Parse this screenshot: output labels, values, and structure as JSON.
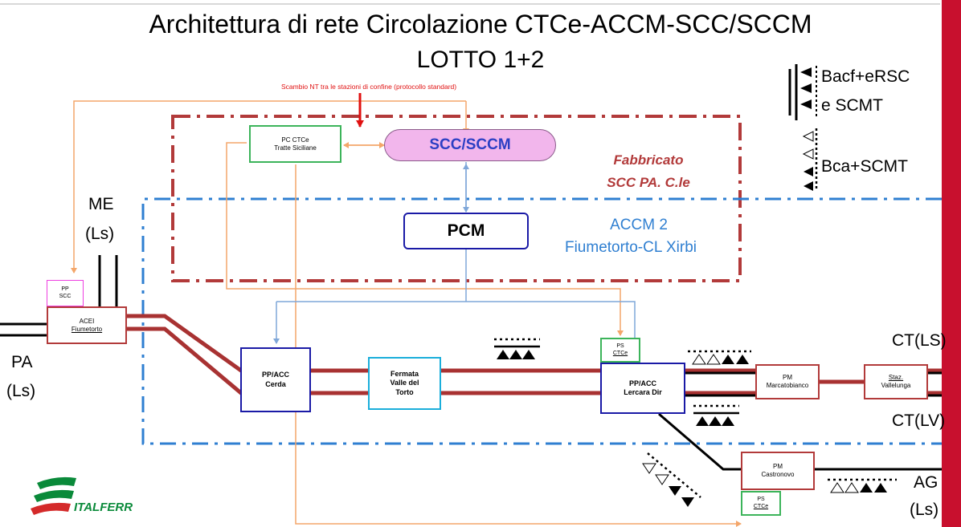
{
  "title": {
    "line1": "Architettura di rete Circolazione CTCe-ACCM-SCC/SCCM",
    "line2": "LOTTO 1+2"
  },
  "note_red": "Scambio NT tra le stazioni di confine (protocollo standard)",
  "legend": {
    "bacf_line1": "Bacf+eRSC",
    "bacf_line2": "e SCMT",
    "bca": "Bca+SCMT"
  },
  "regions": {
    "fabbricato_line1": "Fabbricato",
    "fabbricato_line2": "SCC PA. C.le",
    "accm_line1": "ACCM 2",
    "accm_line2": "Fiumetorto-CL Xirbi"
  },
  "nodes": {
    "pc_ctce": {
      "line1": "PC CTCe",
      "line2": "Tratte Siciliane"
    },
    "scc": "SCC/SCCM",
    "pcm": "PCM",
    "pp_scc": {
      "line1": "PP",
      "line2": "SCC"
    },
    "acei": {
      "line1": "ACEI",
      "line2": "Fiumetorto"
    },
    "cerda": {
      "line1": "PP/ACC",
      "line2": "Cerda"
    },
    "fermata": {
      "line1": "Fermata",
      "line2": "Valle del",
      "line3": "Torto"
    },
    "ps_ctce_top": {
      "line1": "PS",
      "line2": "CTCe"
    },
    "lercara": {
      "line1": "PP/ACC",
      "line2": "Lercara Dir"
    },
    "marcatobianco": {
      "line1": "PM",
      "line2": "Marcatobianco"
    },
    "vallelunga": {
      "line1": "Staz.",
      "line2": "Vallelunga"
    },
    "castronovo": {
      "line1": "PM",
      "line2": "Castronovo"
    },
    "ps_ctce_bottom": {
      "line1": "PS",
      "line2": "CTCe"
    }
  },
  "stations": {
    "me_line1": "ME",
    "me_line2": "(Ls)",
    "pa_line1": "PA",
    "pa_line2": "(Ls)",
    "ct_ls": "CT(LS)",
    "ct_lv": "CT(LV)",
    "ag_line1": "AG",
    "ag_line2": "(Ls)"
  },
  "logo": "ITALFERR",
  "colors": {
    "track_red": "#a83232",
    "frame_red": "#b23a3a",
    "accm_blue": "#2f7fd1",
    "navy": "#1a1aa6",
    "green": "#3cb45a",
    "cyan": "#1aaedb",
    "orange": "#f4a66a",
    "light_blue": "#7fa7d9",
    "scc_fill": "#f2b6ec",
    "scc_text": "#2c3fc4",
    "right_bar": "#c8102e",
    "logo_green": "#0a8a3a",
    "logo_red": "#d42a2a"
  }
}
